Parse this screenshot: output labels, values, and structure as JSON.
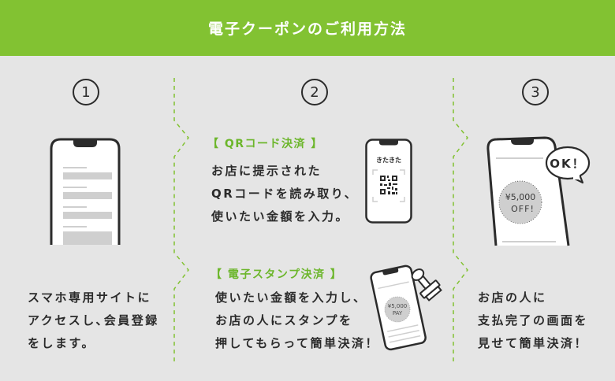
{
  "header": {
    "title": "電子クーポンのご利用方法",
    "background_color": "#82c232"
  },
  "colors": {
    "background": "#e5e5e5",
    "accent_green": "#6cb62b",
    "divider_green": "#82c232",
    "text": "#2b2b2b",
    "placeholder_gray": "#cfcfcf"
  },
  "steps": [
    {
      "number": "1",
      "illustration": "smartphone-form-icon",
      "description_lines": [
        "スマホ専用サイトに",
        "アクセスし､会員登録",
        "をします。"
      ]
    },
    {
      "number": "2",
      "methods": [
        {
          "label": "【 QRコード決済 】",
          "description_lines": [
            "お店に提示された",
            "QRコードを読み取り、",
            "使いたい金額を入力。"
          ],
          "illustration": "smartphone-qr-icon",
          "phone_text": "きたきた"
        },
        {
          "label": "【 電子スタンプ決済 】",
          "description_lines": [
            "使いたい金額を入力し、",
            "お店の人にスタンプを",
            "押してもらって簡単決済！"
          ],
          "illustration": "smartphone-stamp-icon",
          "badge_amount": "¥5,000",
          "badge_label": "PAY"
        }
      ]
    },
    {
      "number": "3",
      "illustration": "smartphone-ok-icon",
      "speech_bubble": "OK！",
      "badge_amount": "¥5,000",
      "badge_label": "OFF!",
      "description_lines": [
        "お店の人に",
        "支払完了の画面を",
        "見せて簡単決済！"
      ]
    }
  ]
}
